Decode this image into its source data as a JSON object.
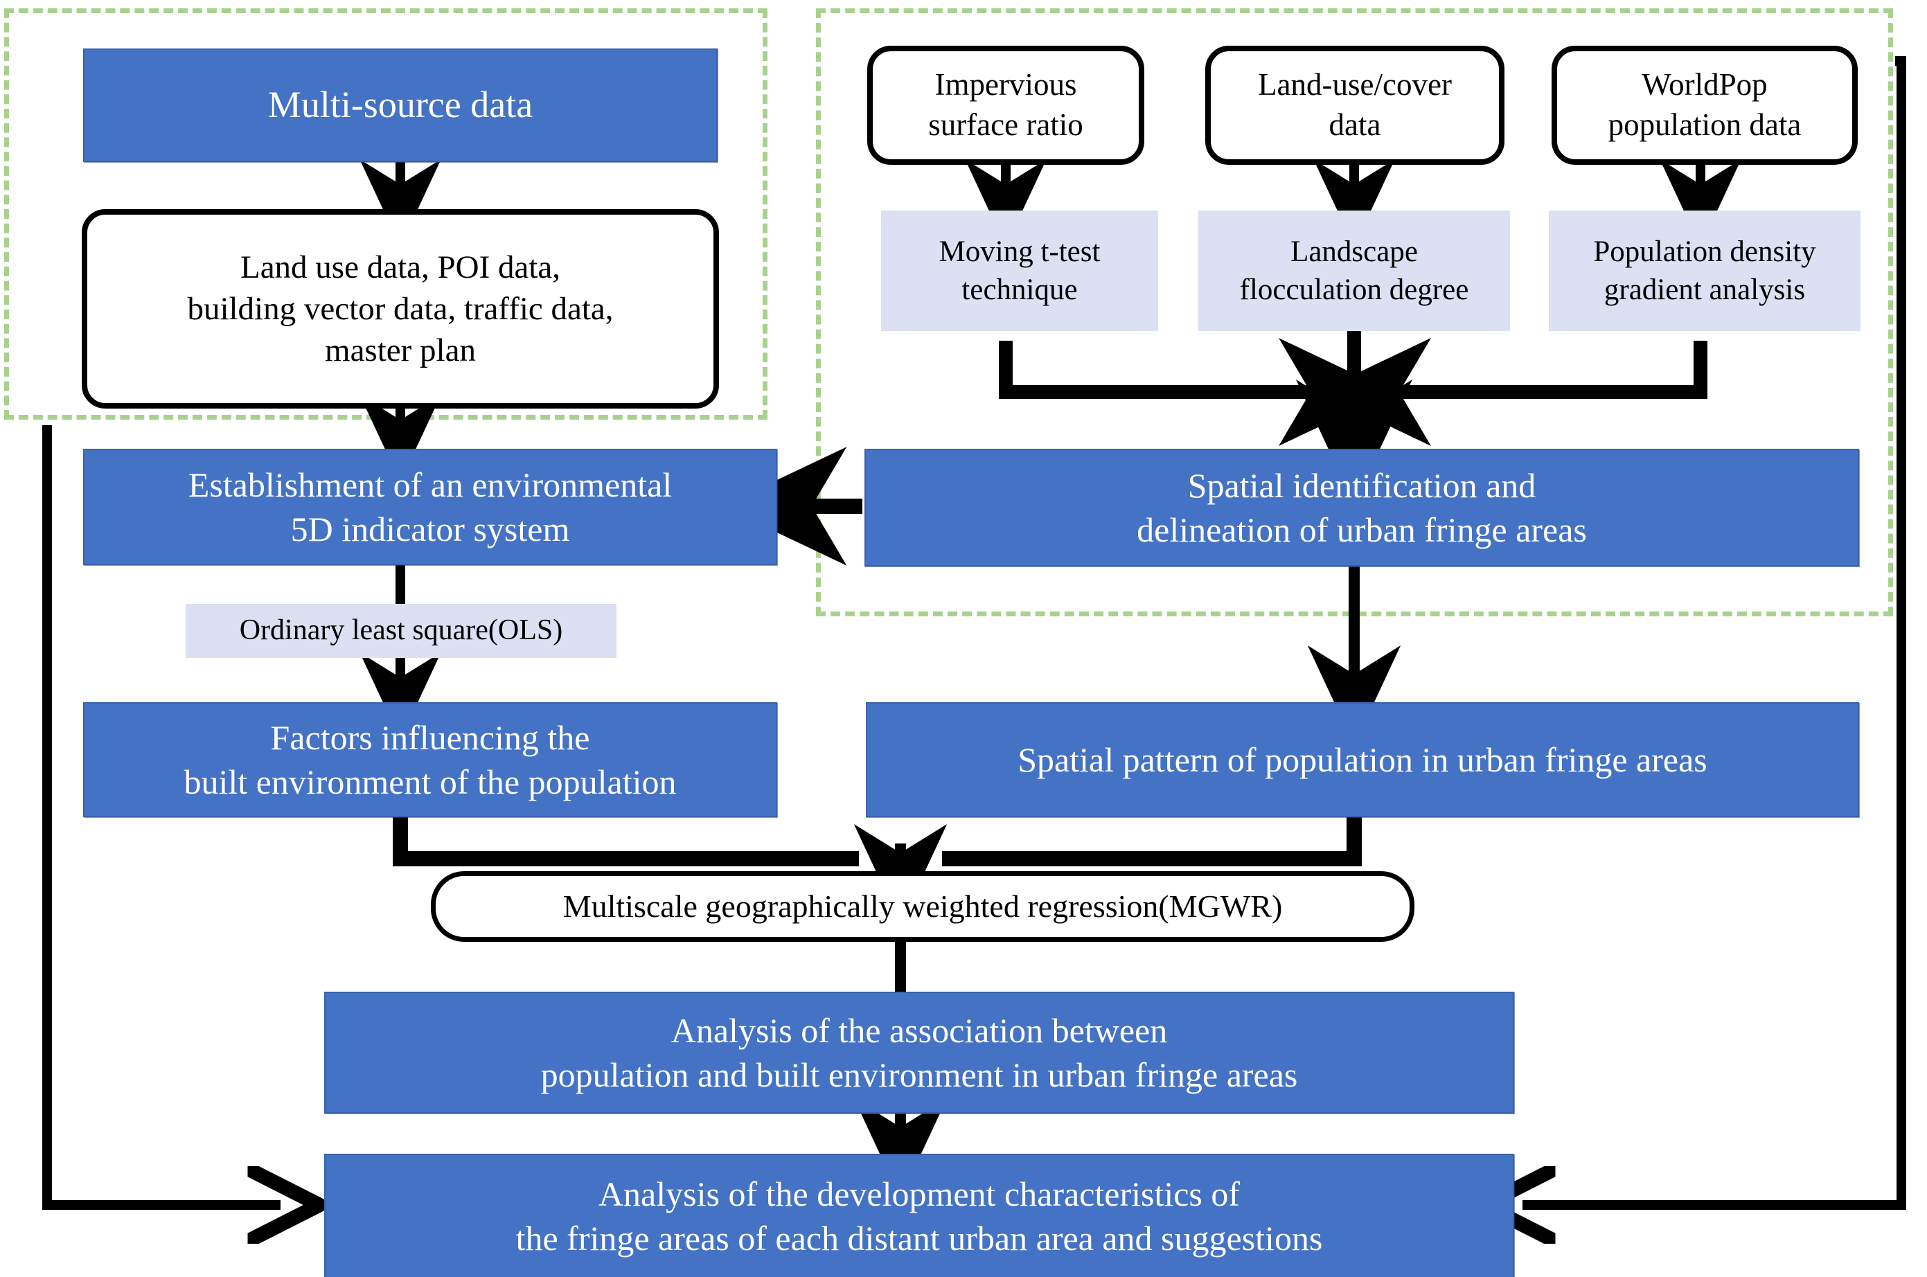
{
  "diagram": {
    "title": "Research framework flowchart for urban fringe population and built environment analysis",
    "colors": {
      "blue_box": "#4472C4",
      "light_blue_box": "#DCE0F2",
      "dashed_group": "#A9D18E",
      "arrow": "#000000",
      "blue_box_text": "#FFFFFF"
    },
    "groups": [
      {
        "name": "data-preparation-group",
        "style": "green-dashed"
      },
      {
        "name": "fringe-identification-group",
        "style": "green-dashed"
      }
    ],
    "nodes": {
      "multi_source_data": "Multi-source data",
      "land_use_list_line1": "Land use data, POI data,",
      "land_use_list_line2": "building vector data, traffic data,",
      "land_use_list_line3": "master plan",
      "impervious_line1": "Impervious",
      "impervious_line2": "surface ratio",
      "landuse_cover_line1": "Land-use/cover",
      "landuse_cover_line2": "data",
      "worldpop_line1": "WorldPop",
      "worldpop_line2": "population data",
      "moving_ttest_line1": "Moving t-test",
      "moving_ttest_line2": "technique",
      "landscape_line1": "Landscape",
      "landscape_line2": "flocculation degree",
      "popdensity_line1": "Population density",
      "popdensity_line2": "gradient analysis",
      "indicator_system_line1": "Establishment of an environmental",
      "indicator_system_line2": "5D indicator system",
      "spatial_identification_line1": "Spatial identification and",
      "spatial_identification_line2": "delineation of urban fringe areas",
      "ols": "Ordinary least square(OLS)",
      "factors_line1": "Factors influencing the",
      "factors_line2": "built environment of the population",
      "spatial_pattern": "Spatial pattern of population in urban fringe areas",
      "mgwr": "Multiscale geographically weighted regression(MGWR)",
      "association_line1": "Analysis of the association between",
      "association_line2": "population and built environment in urban fringe areas",
      "development_line1": "Analysis of the development characteristics of",
      "development_line2": "the fringe areas of each distant urban area and suggestions"
    }
  }
}
